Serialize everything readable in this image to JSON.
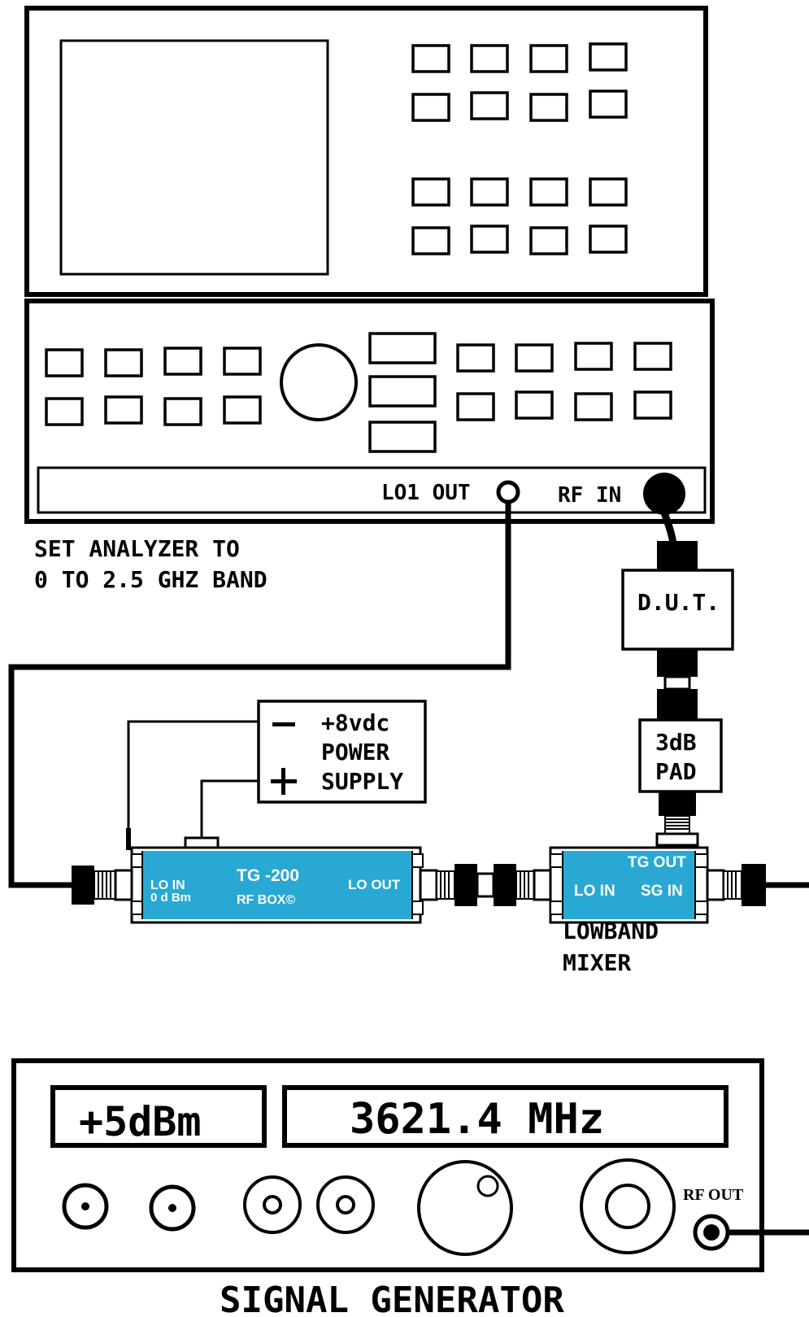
{
  "analyzer": {
    "lo1_out_label": "LO1 OUT",
    "rf_in_label": "RF IN",
    "note_line1": "SET ANALYZER TO",
    "note_line2": "0 TO 2.5 GHZ BAND"
  },
  "dut": {
    "label": "D.U.T."
  },
  "pad": {
    "line1": "3dB",
    "line2": "PAD"
  },
  "power_supply": {
    "minus": "−",
    "plus": "+",
    "line1": "+8vdc",
    "line2": "POWER",
    "line3": "SUPPLY"
  },
  "tg200": {
    "lo_in": "LO IN",
    "lo_in_level": "0 d Bm",
    "title": "TG -200",
    "subtitle": "RF BOX©",
    "lo_out": "LO OUT",
    "color": "#29a8d4"
  },
  "mixer": {
    "tg_out": "TG OUT",
    "lo_in": "LO IN",
    "sg_in": "SG IN",
    "caption_line1": "LOWBAND",
    "caption_line2": "MIXER",
    "color": "#29a8d4"
  },
  "signal_generator": {
    "power_display": "+5dBm",
    "freq_display": "3621.4 MHz",
    "rf_out_label": "RF OUT",
    "caption": "SIGNAL GENERATOR"
  }
}
